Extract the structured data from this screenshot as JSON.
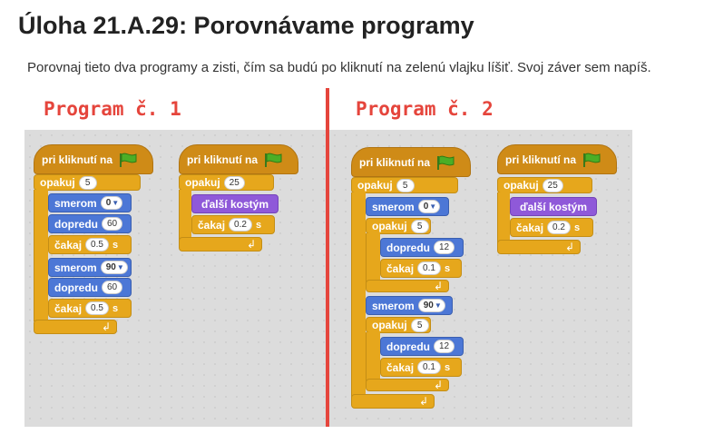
{
  "page": {
    "title": "Úloha 21.A.29: Porovnávame programy",
    "instructions": "Porovnaj tieto dva programy a zisti, čím sa budú po kliknutí na zelenú vlajku líšiť. Svoj záver sem napíš."
  },
  "program1": {
    "label": "Program č. 1",
    "script1": {
      "hat": "pri kliknutí na",
      "repeat": {
        "label": "opakuj",
        "count": "5"
      },
      "blocks": [
        {
          "label": "smerom",
          "value": "0"
        },
        {
          "label": "dopredu",
          "value": "60"
        },
        {
          "label": "čakaj",
          "value": "0.5",
          "unit": "s"
        },
        {
          "label": "smerom",
          "value": "90"
        },
        {
          "label": "dopredu",
          "value": "60"
        },
        {
          "label": "čakaj",
          "value": "0.5",
          "unit": "s"
        }
      ]
    },
    "script2": {
      "hat": "pri kliknutí na",
      "repeat": {
        "label": "opakuj",
        "count": "25"
      },
      "costume": "ďalší kostým",
      "wait": {
        "label": "čakaj",
        "value": "0.2",
        "unit": "s"
      }
    }
  },
  "program2": {
    "label": "Program č. 2",
    "script1": {
      "hat": "pri kliknutí na",
      "repeat_outer": {
        "label": "opakuj",
        "count": "5"
      },
      "turn1": {
        "label": "smerom",
        "value": "0"
      },
      "repeat_inner1": {
        "label": "opakuj",
        "count": "5"
      },
      "move1": {
        "label": "dopredu",
        "value": "12"
      },
      "wait1": {
        "label": "čakaj",
        "value": "0.1",
        "unit": "s"
      },
      "turn2": {
        "label": "smerom",
        "value": "90"
      },
      "repeat_inner2": {
        "label": "opakuj",
        "count": "5"
      },
      "move2": {
        "label": "dopredu",
        "value": "12"
      },
      "wait2": {
        "label": "čakaj",
        "value": "0.1",
        "unit": "s"
      }
    },
    "script2": {
      "hat": "pri kliknutí na",
      "repeat": {
        "label": "opakuj",
        "count": "25"
      },
      "costume": "ďalší kostým",
      "wait": {
        "label": "čakaj",
        "value": "0.2",
        "unit": "s"
      }
    }
  },
  "colors": {
    "events": "#cf8b17",
    "control": "#e6a71c",
    "motion": "#4c77d6",
    "looks": "#8f59d9",
    "accent_red": "#e5453c",
    "flag": "#4cae26"
  },
  "icons": {
    "flag": "green-flag-icon",
    "loop_arrow": "loop-arrow-icon",
    "dropdown": "dropdown-arrow-icon"
  }
}
